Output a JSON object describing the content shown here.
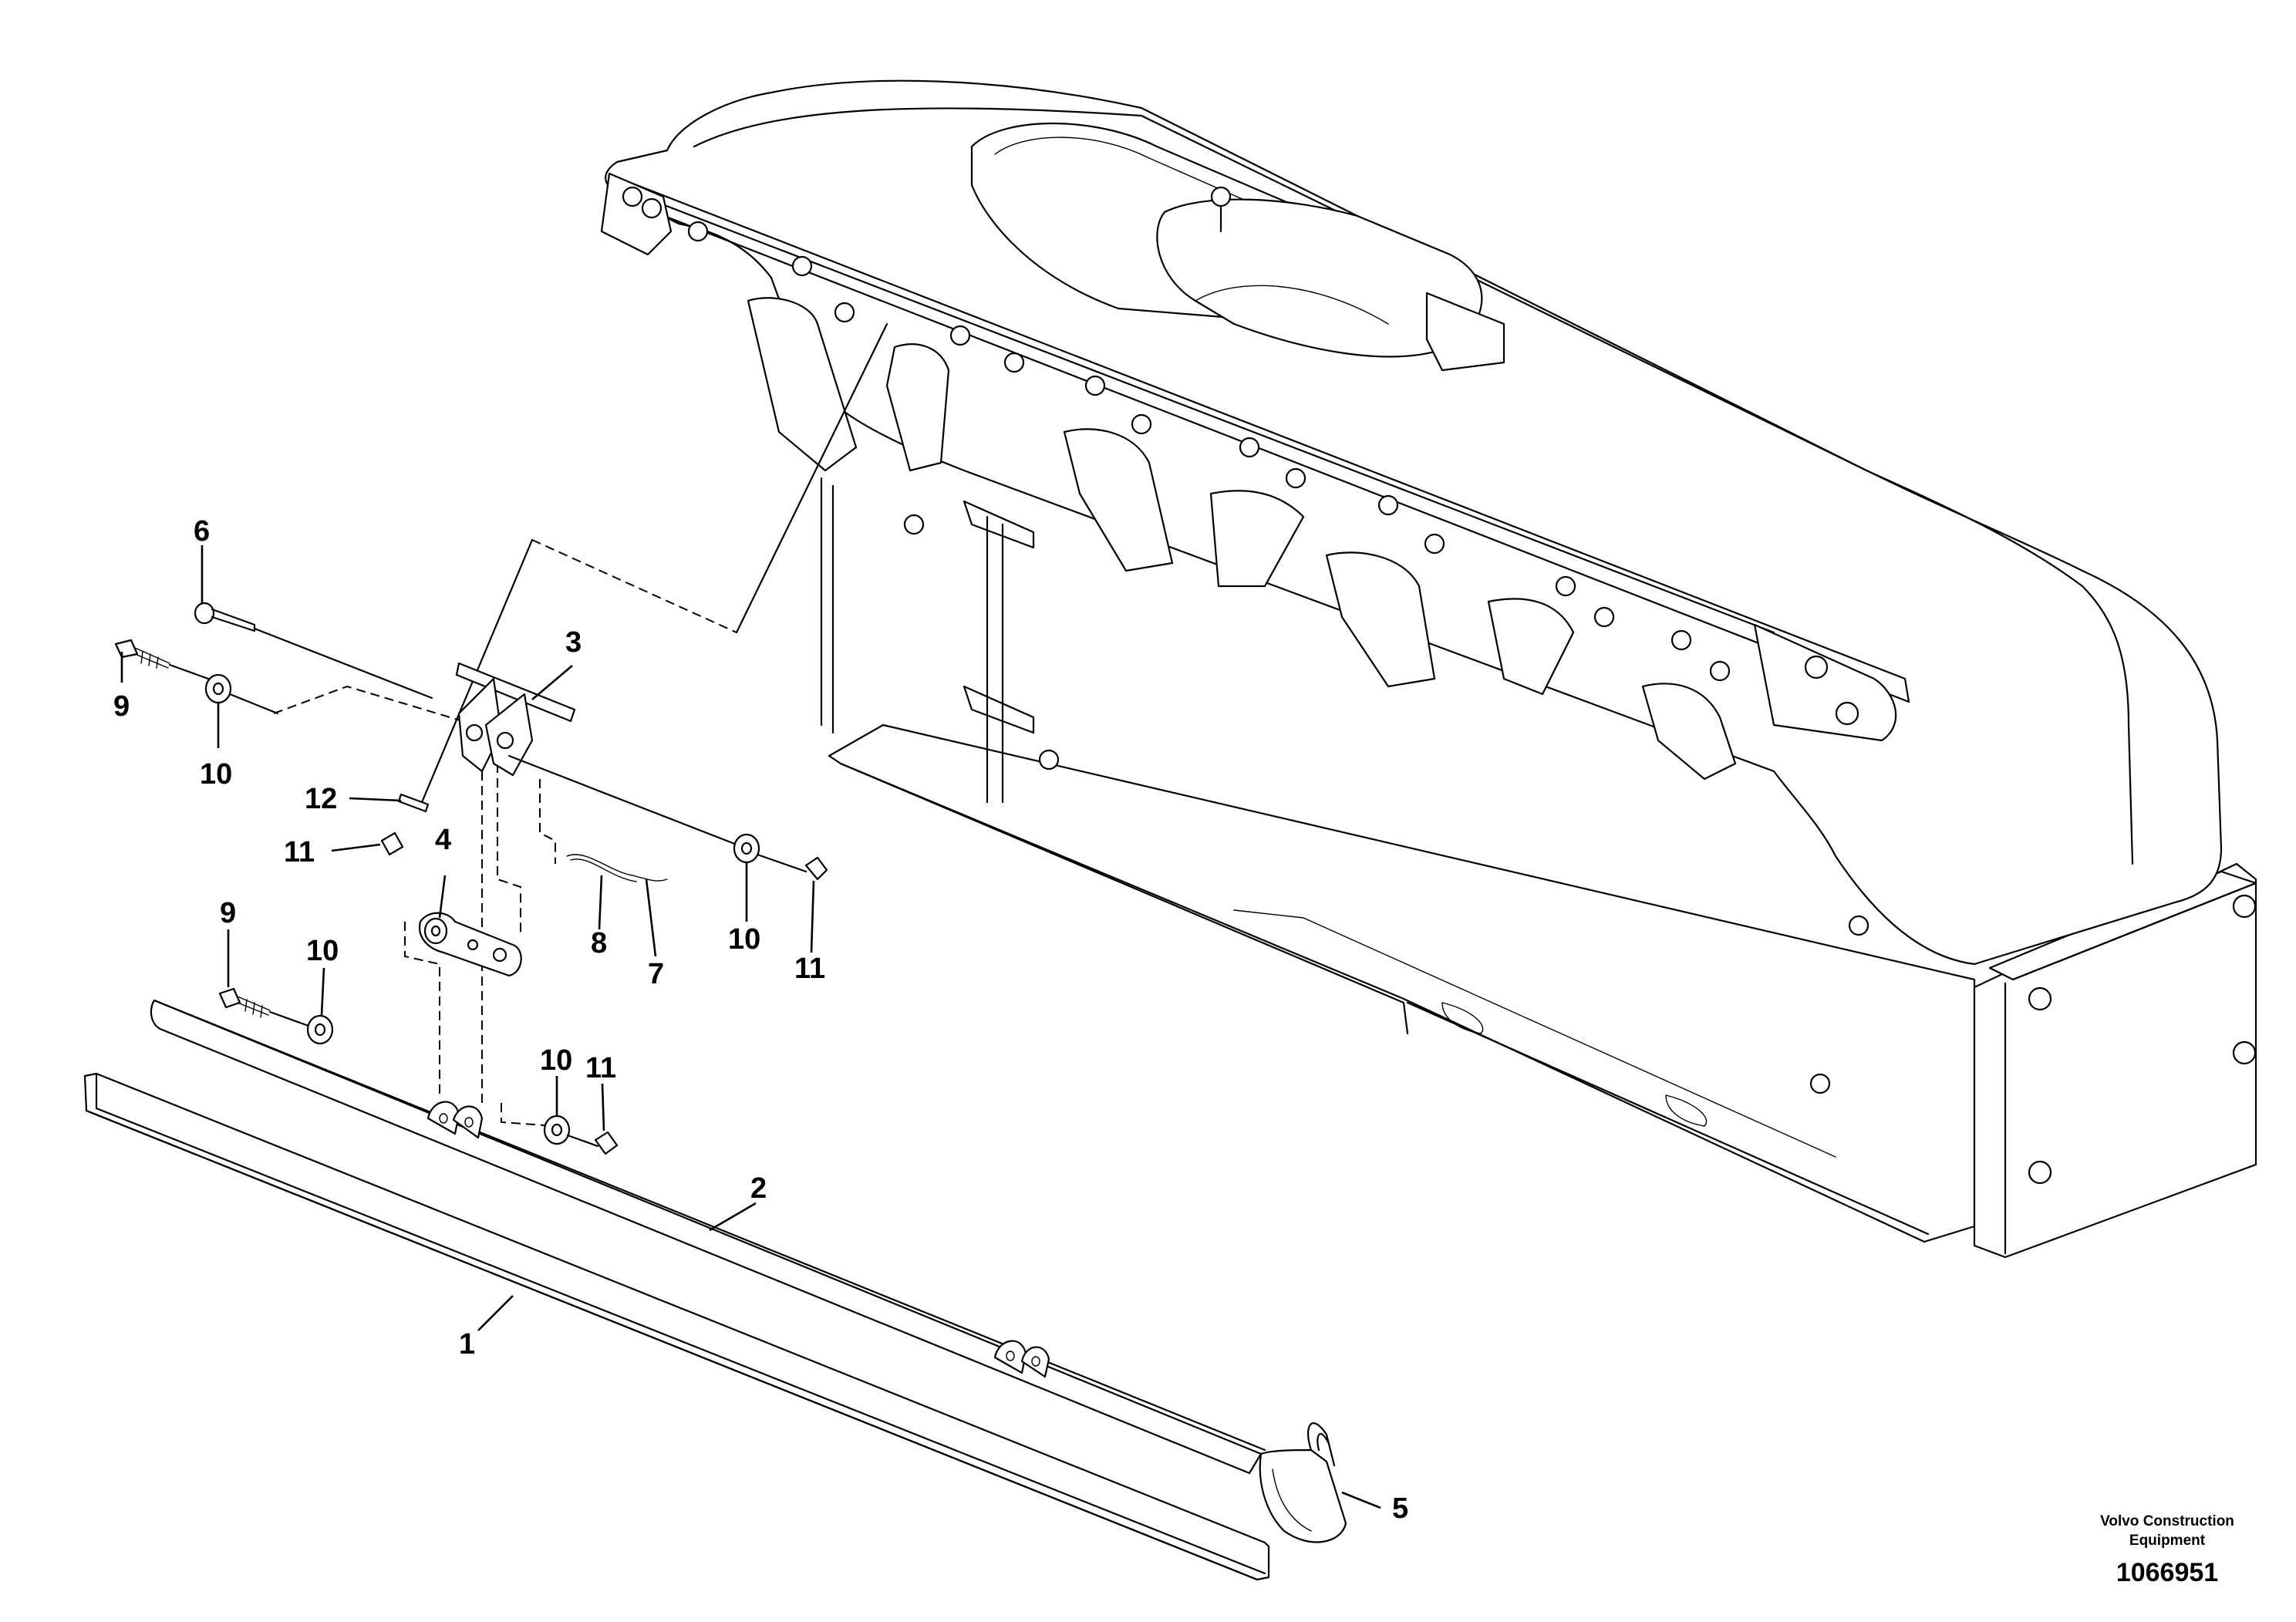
{
  "callouts": {
    "c1": "1",
    "c2": "2",
    "c3": "3",
    "c4": "4",
    "c5": "5",
    "c6": "6",
    "c7": "7",
    "c8": "8",
    "c9a": "9",
    "c9b": "9",
    "c10a": "10",
    "c10b": "10",
    "c10c": "10",
    "c10d": "10",
    "c11a": "11",
    "c11b": "11",
    "c11c": "11",
    "c12": "12"
  },
  "footer": {
    "brand_line1": "Volvo Construction",
    "brand_line2": "Equipment",
    "figure_number": "1066951"
  }
}
